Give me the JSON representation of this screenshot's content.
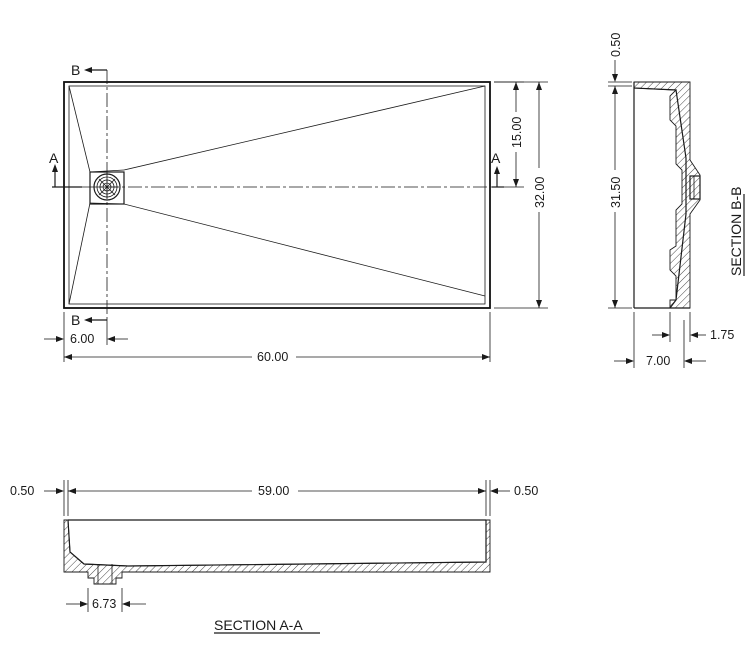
{
  "plan_view": {
    "section_marker_a": "A",
    "section_marker_b": "B",
    "dim_drain_offset": "6.00",
    "dim_overall_length": "60.00",
    "dim_drain_center": "15.00",
    "dim_overall_width": "32.00"
  },
  "section_bb": {
    "title": "SECTION B-B",
    "dim_rim": "0.50",
    "dim_height": "31.50",
    "dim_wall": "1.75",
    "dim_depth": "7.00"
  },
  "section_aa": {
    "title": "SECTION A-A",
    "dim_left_rim": "0.50",
    "dim_inner_length": "59.00",
    "dim_right_rim": "0.50",
    "dim_drain": "6.73"
  }
}
